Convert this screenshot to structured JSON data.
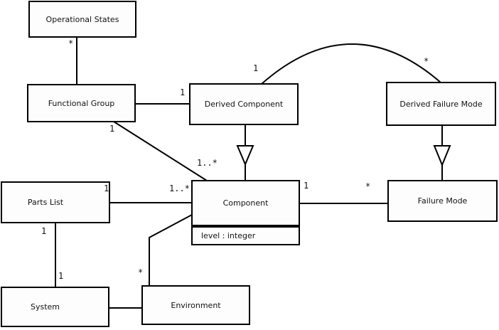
{
  "diagram": {
    "type": "uml-class-diagram",
    "background_color": "#ffffff",
    "line_color": "#000000",
    "nodes": [
      {
        "id": "operational-states",
        "label": "Operational States"
      },
      {
        "id": "functional-group",
        "label": "Functional Group"
      },
      {
        "id": "derived-component",
        "label": "Derived Component"
      },
      {
        "id": "derived-failure-mode",
        "label": "Derived Failure Mode"
      },
      {
        "id": "parts-list",
        "label": "Parts List"
      },
      {
        "id": "component",
        "label": "Component",
        "attribute": "level : integer"
      },
      {
        "id": "failure-mode",
        "label": "Failure Mode"
      },
      {
        "id": "system",
        "label": "System"
      },
      {
        "id": "environment",
        "label": "Environment"
      }
    ],
    "edges": [
      {
        "from": "Functional Group",
        "to": "Operational States",
        "kind": "association",
        "label_from": "",
        "label_to": "*"
      },
      {
        "from": "Functional Group",
        "to": "Derived Component",
        "kind": "association",
        "label_from": "",
        "label_to": "1"
      },
      {
        "from": "Derived Component",
        "to": "Derived Failure Mode",
        "kind": "association-arc",
        "label_from": "1",
        "label_to": "*"
      },
      {
        "from": "Derived Component",
        "to": "Component",
        "kind": "generalization",
        "label_from": "",
        "label_to": ""
      },
      {
        "from": "Derived Failure Mode",
        "to": "Failure Mode",
        "kind": "generalization",
        "label_from": "",
        "label_to": ""
      },
      {
        "from": "Functional Group",
        "to": "Component",
        "kind": "association",
        "label_from": "1",
        "label_to": "1..*"
      },
      {
        "from": "Parts List",
        "to": "Component",
        "kind": "association",
        "label_from": "1",
        "label_to": "1..*"
      },
      {
        "from": "Component",
        "to": "Failure Mode",
        "kind": "association",
        "label_from": "1",
        "label_to": "*"
      },
      {
        "from": "Parts List",
        "to": "System",
        "kind": "association",
        "label_from": "1",
        "label_to": "1"
      },
      {
        "from": "System",
        "to": "Environment",
        "kind": "association",
        "label_from": "",
        "label_to": ""
      },
      {
        "from": "Environment",
        "to": "Component",
        "kind": "association",
        "label_from": "*",
        "label_to": ""
      }
    ],
    "mults": [
      {
        "id": "mult-opstates",
        "text": "*"
      },
      {
        "id": "mult-fg-dcomp",
        "text": "1"
      },
      {
        "id": "mult-arc-dcomp",
        "text": "1"
      },
      {
        "id": "mult-arc-dfm",
        "text": "*"
      },
      {
        "id": "mult-fg-diag",
        "text": "1"
      },
      {
        "id": "mult-diag-comp",
        "text": "1..*"
      },
      {
        "id": "mult-pl",
        "text": "1"
      },
      {
        "id": "mult-pl-comp",
        "text": "1..*"
      },
      {
        "id": "mult-comp-fm-left",
        "text": "1"
      },
      {
        "id": "mult-comp-fm-right",
        "text": "*"
      },
      {
        "id": "mult-pl-sys-top",
        "text": "1"
      },
      {
        "id": "mult-pl-sys-bottom",
        "text": "1"
      },
      {
        "id": "mult-env",
        "text": "*"
      }
    ]
  }
}
